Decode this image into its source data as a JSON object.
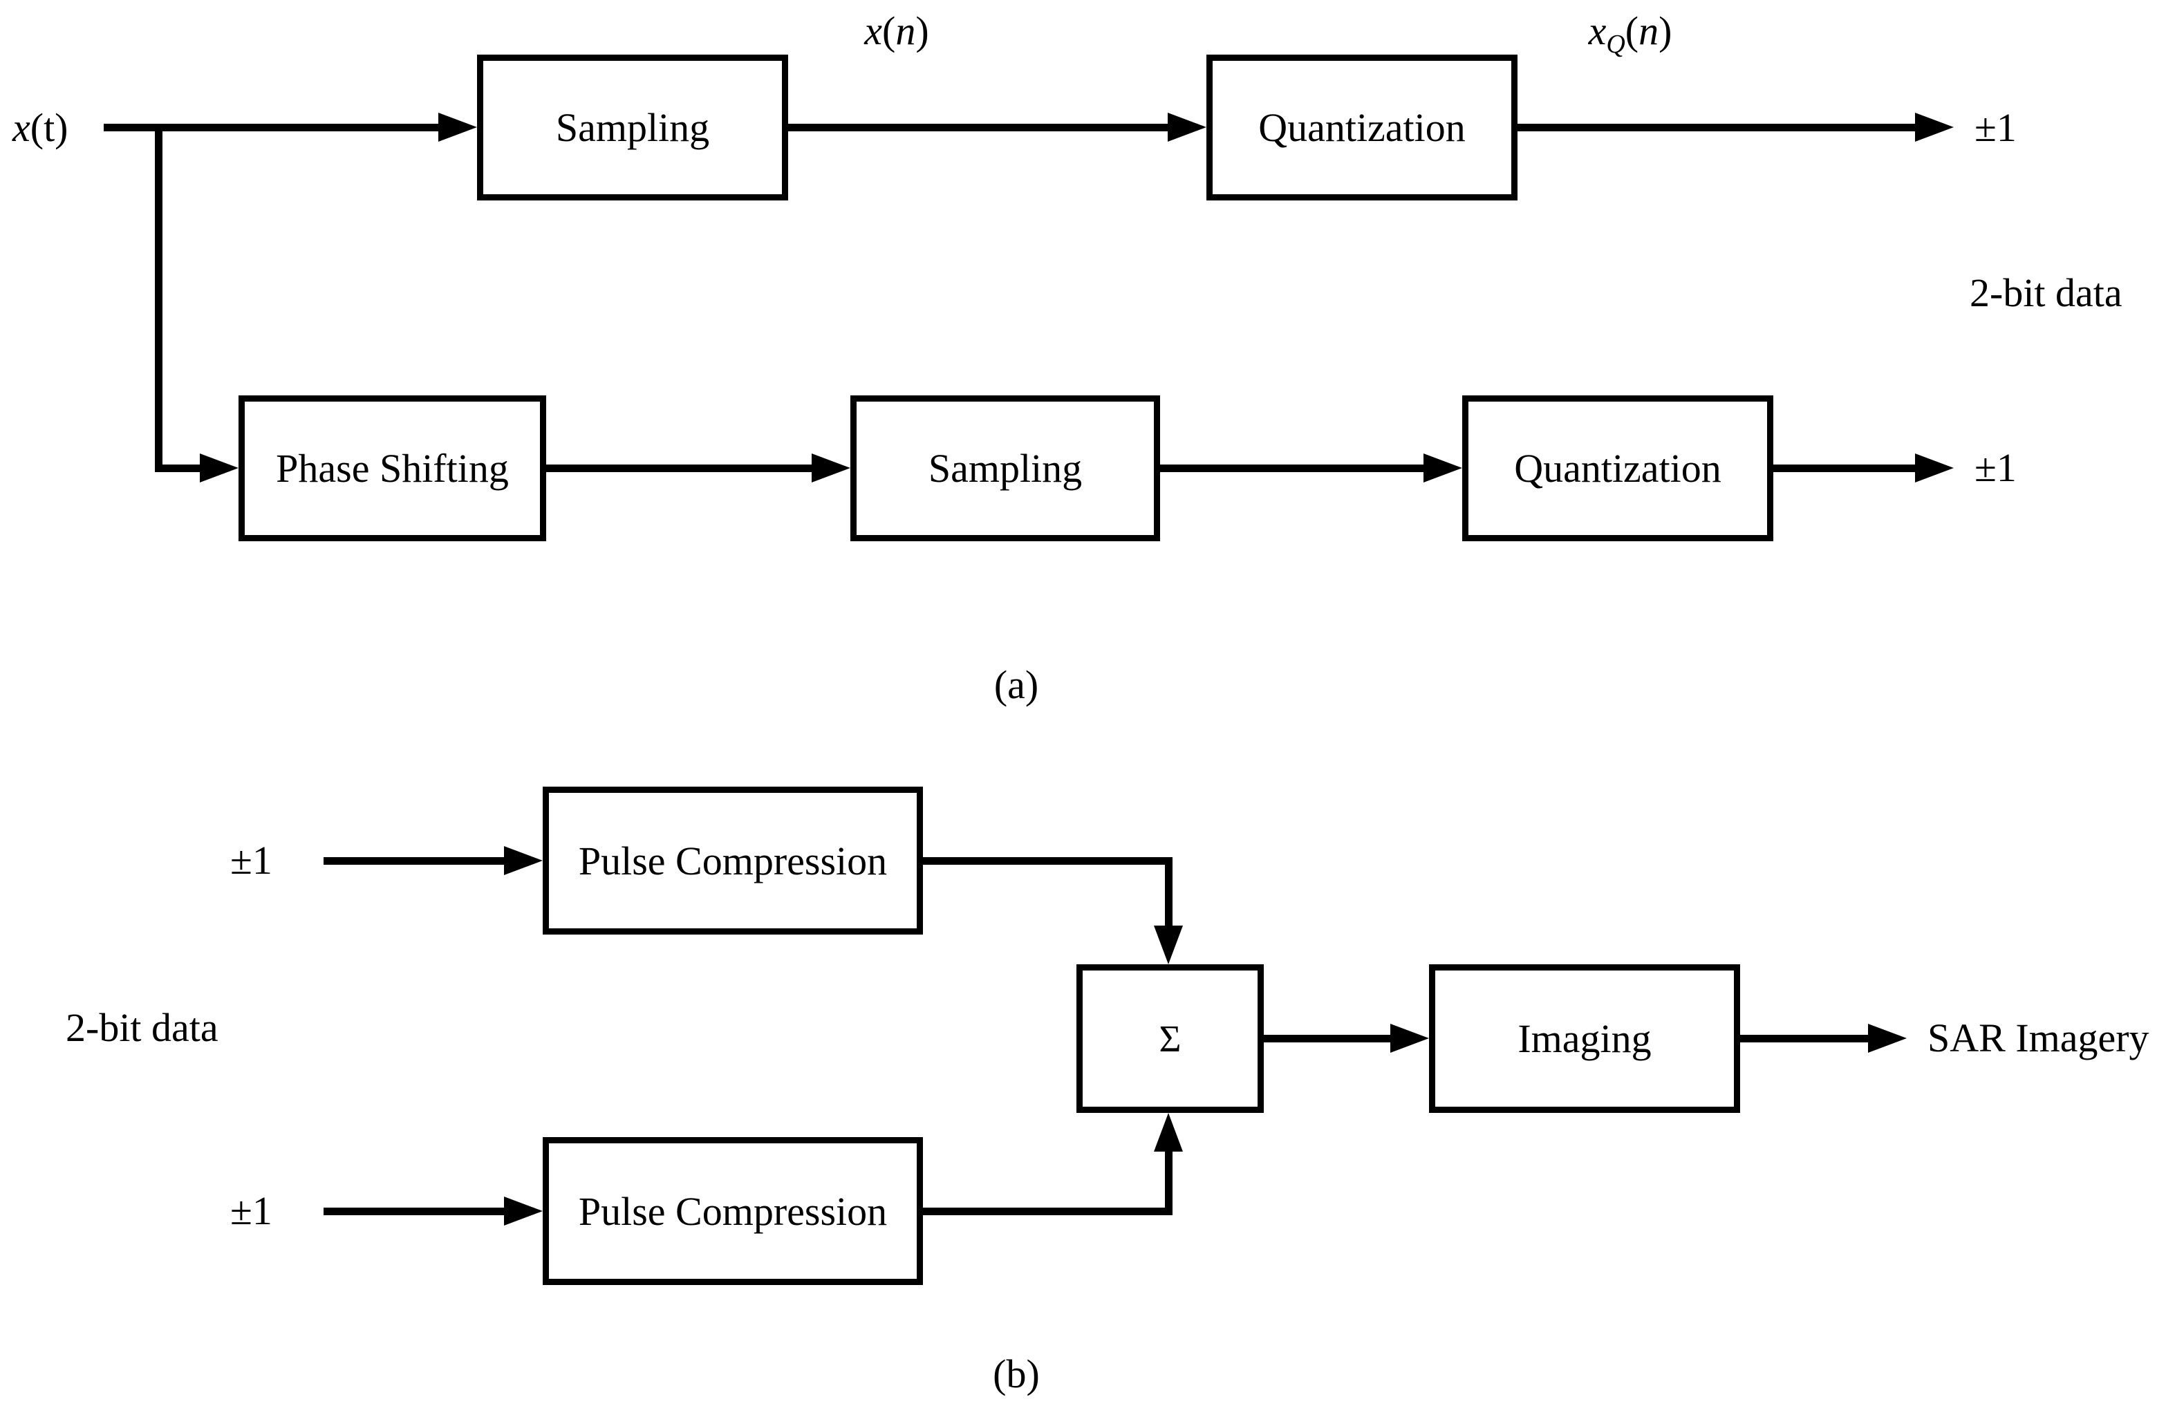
{
  "figure": {
    "part_a": {
      "caption": "(a)",
      "input_signal": {
        "x": "x",
        "rest": "(t)"
      },
      "sampled_signal": {
        "x": "x",
        "open": "(",
        "var": "n",
        "close": ")"
      },
      "quantized_signal": {
        "x": "x",
        "sub": "Q",
        "open": "(",
        "var": "n",
        "close": ")"
      },
      "boxes": {
        "sampling_top": "Sampling",
        "quantization_top": "Quantization",
        "phase_shifting": "Phase Shifting",
        "sampling_bottom": "Sampling",
        "quantization_bottom": "Quantization"
      },
      "output_top": "±1",
      "output_bottom": "±1",
      "data_note": "2-bit data"
    },
    "part_b": {
      "caption": "(b)",
      "input_top": "±1",
      "input_bottom": "±1",
      "data_note": "2-bit data",
      "boxes": {
        "pulse_compression_top": "Pulse Compression",
        "pulse_compression_bottom": "Pulse Compression",
        "sum": "Σ",
        "imaging": "Imaging"
      },
      "output": "SAR Imagery"
    },
    "colors": {
      "ink": "#000000",
      "background": "#ffffff"
    }
  }
}
